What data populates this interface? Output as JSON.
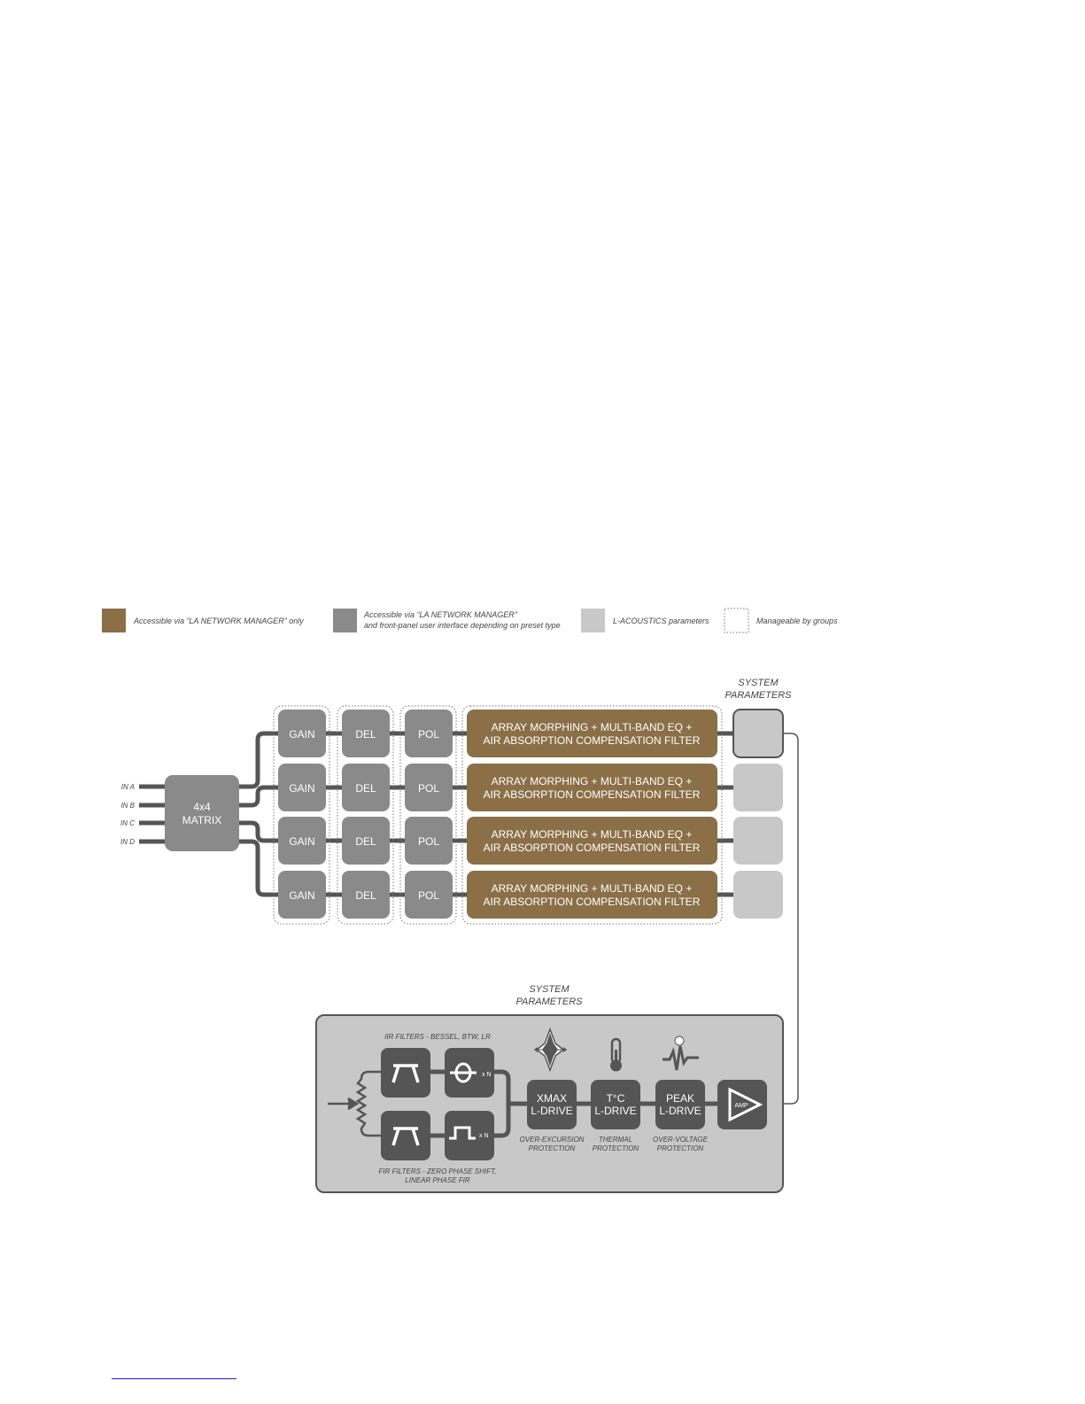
{
  "legend": [
    {
      "text": "Accessible via “LA NETWORK MANAGER” only",
      "color": "#8b6f47"
    },
    {
      "text": "Accessible via “LA NETWORK MANAGER”",
      "text2": "and front-panel user interface depending on preset type",
      "color": "#8a8a8a"
    },
    {
      "text": "L-ACOUSTICS parameters",
      "color": "#c8c8c8"
    },
    {
      "text": "Manageable by groups",
      "style": "dotted"
    }
  ],
  "inputs": [
    "IN A",
    "IN B",
    "IN C",
    "IN D"
  ],
  "matrix": [
    "4x4",
    "MATRIX"
  ],
  "channel_blocks": {
    "gain": "GAIN",
    "delay": "DEL",
    "polarity": "POL",
    "filter_line1": "ARRAY MORPHING + MULTI-BAND EQ +",
    "filter_line2": "AIR ABSORPTION COMPENSATION FILTER"
  },
  "system_params_top": [
    "SYSTEM",
    "PARAMETERS"
  ],
  "system_params_bottom": [
    "SYSTEM",
    "PARAMETERS"
  ],
  "iir_label": "IIR FILTERS - BESSEL, BTW, LR",
  "fir_label": [
    "FIR FILTERS - ZERO PHASE SHIFT,",
    "LINEAR PHASE FIR"
  ],
  "multiplier": "x N",
  "protections": [
    {
      "title": [
        "XMAX",
        "L-DRIVE"
      ],
      "caption": [
        "OVER-EXCURSION",
        "PROTECTION"
      ],
      "icon": "speaker-excursion-icon"
    },
    {
      "title": [
        "T°C",
        "L-DRIVE"
      ],
      "caption": [
        "THERMAL",
        "PROTECTION"
      ],
      "icon": "thermometer-icon"
    },
    {
      "title": [
        "PEAK",
        "L-DRIVE"
      ],
      "caption": [
        "OVER-VOLTAGE",
        "PROTECTION"
      ],
      "icon": "peak-waveform-icon"
    }
  ],
  "amp_label": "AMP",
  "colors": {
    "brown": "#8b6f47",
    "mid_gray": "#8a8a8a",
    "light_gray": "#c8c8c8",
    "dark": "#555555",
    "line": "#555555"
  }
}
